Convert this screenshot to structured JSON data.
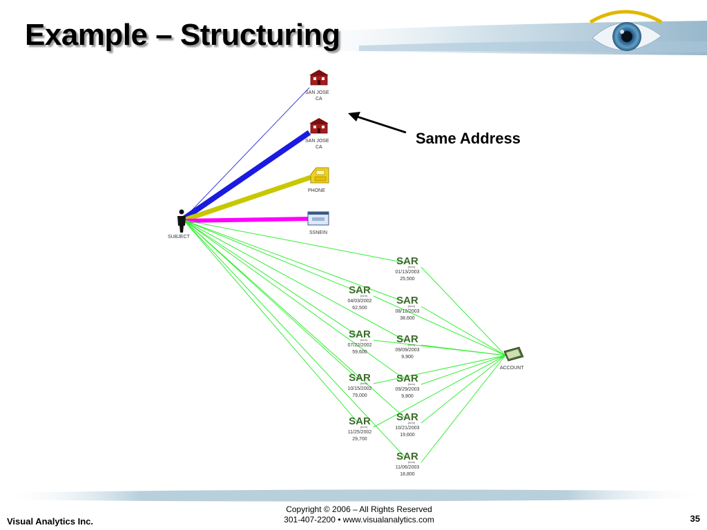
{
  "slide": {
    "title": "Example – Structuring",
    "callout": "Same Address"
  },
  "footer": {
    "company": "Visual Analytics Inc.",
    "copyright": "Copyright © 2006 – All Rights Reserved",
    "contact": "301-407-2200  •  www.visualanalytics.com",
    "page_number": "35"
  },
  "diagram": {
    "subject_label": "SUBJECT",
    "address1_line1": "SAN JOSE",
    "address1_line2": "CA",
    "address2_line1": "SAN JOSE",
    "address2_line2": "CA",
    "phone_label": "PHONE",
    "ssnein_label": "SSNEIN",
    "account_label": "ACCOUNT",
    "sar_title": "SAR",
    "sar_sub": "(form)",
    "sars": [
      {
        "date": "01/13/2003",
        "amount": "25,500"
      },
      {
        "date": "04/03/2002",
        "amount": "62,500"
      },
      {
        "date": "08/12/2003",
        "amount": "38,600"
      },
      {
        "date": "07/22/2002",
        "amount": "59,600"
      },
      {
        "date": "09/09/2003",
        "amount": "9,900"
      },
      {
        "date": "10/15/2002",
        "amount": "79,000"
      },
      {
        "date": "09/29/2003",
        "amount": "9,800"
      },
      {
        "date": "11/25/2002",
        "amount": "29,700"
      },
      {
        "date": "10/21/2003",
        "amount": "19,600"
      },
      {
        "date": "11/06/2003",
        "amount": "18,800"
      }
    ]
  },
  "colors": {
    "address_link_thin": "#3b3bd6",
    "address_link_thick": "#1a1ae0",
    "phone_link": "#c8c800",
    "ssnein_link": "#ff00ff",
    "sar_link": "#33ee33"
  }
}
